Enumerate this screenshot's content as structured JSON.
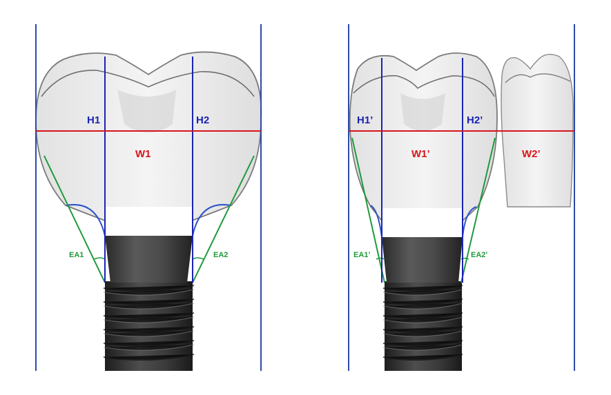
{
  "left_panel": {
    "labels": {
      "h1": "H1",
      "h2": "H2",
      "w1": "W1",
      "ea1": "EA1",
      "ea2": "EA2"
    }
  },
  "right_panel": {
    "labels": {
      "h1": "H1’",
      "h2": "H2’",
      "w1": "W1’",
      "w2": "W2’",
      "ea1": "EA1’",
      "ea2": "EA2’"
    }
  },
  "colors": {
    "boundary_line": "#2c4aa8",
    "height_line": "#1a23b4",
    "width_line": "#d8141c",
    "emergence_line": "#1e9a3c",
    "curve": "#2f54c8",
    "crown_fill": "#ececec",
    "crown_outline": "#7a7a7a",
    "implant": "#3a3a3a"
  }
}
